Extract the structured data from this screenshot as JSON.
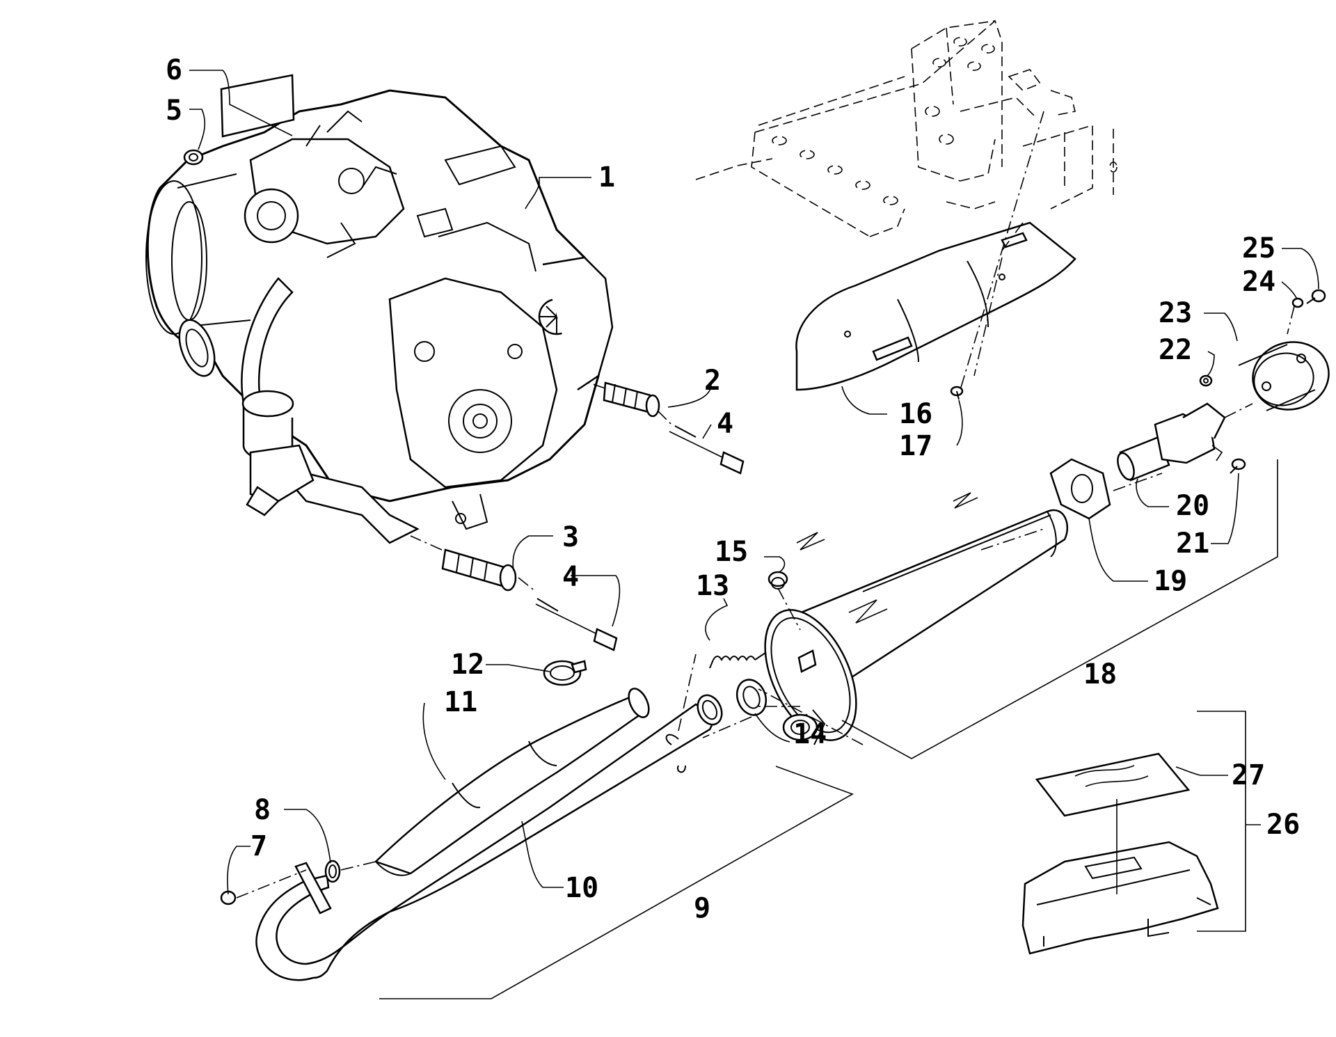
{
  "callouts": [
    {
      "id": "1",
      "text": "1"
    },
    {
      "id": "2",
      "text": "2"
    },
    {
      "id": "3",
      "text": "3"
    },
    {
      "id": "4a",
      "text": "4"
    },
    {
      "id": "4b",
      "text": "4"
    },
    {
      "id": "5",
      "text": "5"
    },
    {
      "id": "6",
      "text": "6"
    },
    {
      "id": "7",
      "text": "7"
    },
    {
      "id": "8",
      "text": "8"
    },
    {
      "id": "9",
      "text": "9"
    },
    {
      "id": "10",
      "text": "10"
    },
    {
      "id": "11",
      "text": "11"
    },
    {
      "id": "12",
      "text": "12"
    },
    {
      "id": "13",
      "text": "13"
    },
    {
      "id": "14",
      "text": "14"
    },
    {
      "id": "15",
      "text": "15"
    },
    {
      "id": "16",
      "text": "16"
    },
    {
      "id": "17",
      "text": "17"
    },
    {
      "id": "18",
      "text": "18"
    },
    {
      "id": "19",
      "text": "19"
    },
    {
      "id": "20",
      "text": "20"
    },
    {
      "id": "21",
      "text": "21"
    },
    {
      "id": "22",
      "text": "22"
    },
    {
      "id": "23",
      "text": "23"
    },
    {
      "id": "24",
      "text": "24"
    },
    {
      "id": "25",
      "text": "25"
    },
    {
      "id": "26",
      "text": "26"
    },
    {
      "id": "27",
      "text": "27"
    }
  ]
}
